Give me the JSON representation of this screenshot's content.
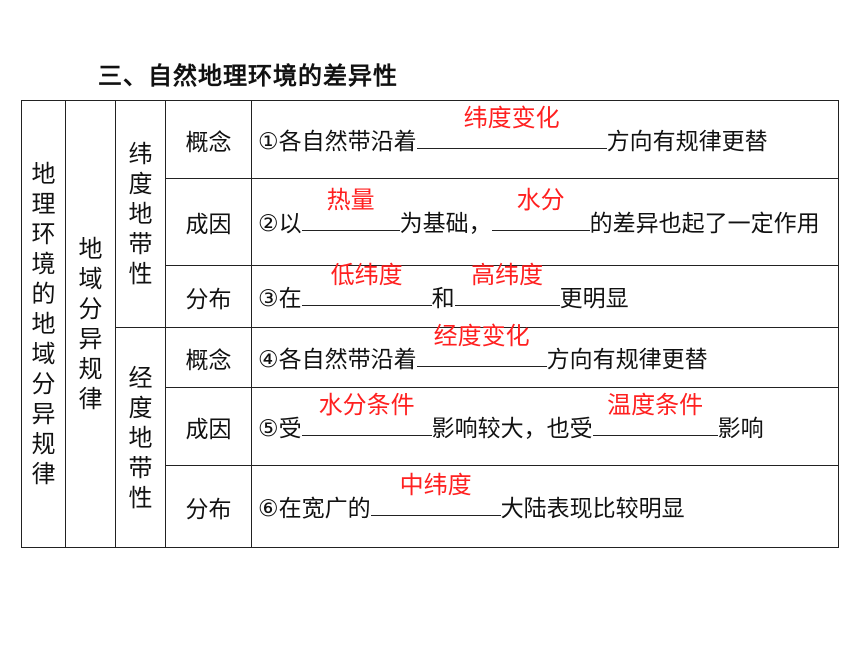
{
  "heading": "三、自然地理环境的差异性",
  "col1": [
    "地",
    "理",
    "环",
    "境",
    "的",
    "地",
    "域",
    "分",
    "异",
    "规",
    "律"
  ],
  "col2": [
    "地",
    "域",
    "分",
    "异",
    "规",
    "律"
  ],
  "group1": [
    "纬",
    "度",
    "地",
    "带",
    "性"
  ],
  "group2": [
    "经",
    "度",
    "地",
    "带",
    "性"
  ],
  "rows": [
    {
      "label": "概念",
      "t1": "①各自然带沿着",
      "a1": "纬度变化",
      "t2": "方向有规律更替"
    },
    {
      "label": "成因",
      "t1": "②以",
      "a1": "热量",
      "t2": "为基础，",
      "a2": "水分",
      "t3": "的差异也起了一定作用"
    },
    {
      "label": "分布",
      "t1": "③在",
      "a1": "低纬度",
      "t2": "和",
      "a2": "高纬度",
      "t3": "更明显"
    },
    {
      "label": "概念",
      "t1": "④各自然带沿着",
      "a1": "经度变化",
      "t2": "方向有规律更替"
    },
    {
      "label": "成因",
      "t1": "⑤受",
      "a1": "水分条件",
      "t2": "影响较大，也受",
      "a2": "温度条件",
      "t3": "影响"
    },
    {
      "label": "分布",
      "t1": "⑥在宽广的",
      "a1": "中纬度",
      "t2": "大陆表现比较明显"
    }
  ]
}
